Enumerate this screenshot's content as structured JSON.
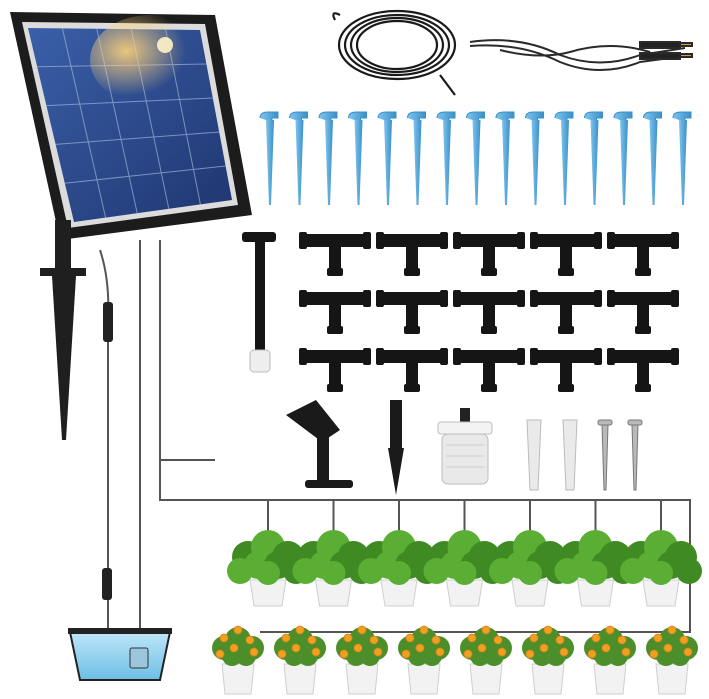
{
  "product": {
    "kind": "solar drip irrigation kit",
    "components": [
      {
        "name": "solar-panel",
        "count": 1
      },
      {
        "name": "ground-spike-stake",
        "count": 1
      },
      {
        "name": "tubing-coil",
        "count": 1
      },
      {
        "name": "power-cable",
        "count": 1
      },
      {
        "name": "drip-stakes",
        "count": 15
      },
      {
        "name": "tee-connectors",
        "count": 15
      },
      {
        "name": "end-plug-tube",
        "count": 1
      },
      {
        "name": "adjustable-bracket",
        "count": 1
      },
      {
        "name": "small-stake",
        "count": 1
      },
      {
        "name": "filter",
        "count": 1
      },
      {
        "name": "wall-anchors",
        "count": 2
      },
      {
        "name": "screws",
        "count": 2
      },
      {
        "name": "green-potted-plants",
        "count": 7
      },
      {
        "name": "flowering-potted-plants",
        "count": 8
      },
      {
        "name": "water-container",
        "count": 1
      }
    ]
  },
  "colors": {
    "background": "#ffffff",
    "panel_frame": "#1c1c1c",
    "cell_blue": "#2b4a8c",
    "stake_blue": "#4fa6dc",
    "fitting_black": "#151515",
    "tube_gray": "#555555",
    "leaf_green": "#4c9a2a",
    "pot_white": "#f2f2f2",
    "water_blue": "#8fd0f0",
    "flower_orange": "#f0a020"
  }
}
